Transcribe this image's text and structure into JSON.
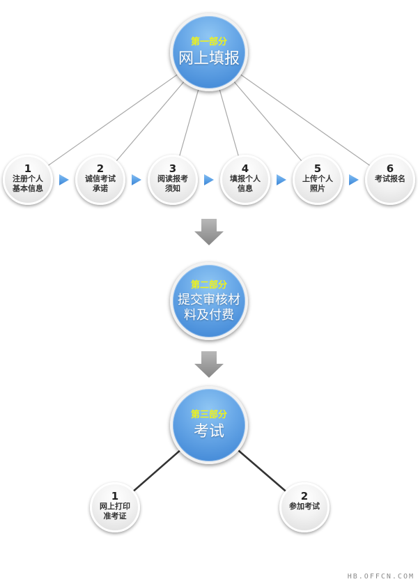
{
  "diagram": {
    "part1": {
      "tag": "第一部分",
      "title": [
        "网上填报"
      ],
      "steps": [
        {
          "number": "1",
          "lines": [
            "注册个人",
            "基本信息"
          ]
        },
        {
          "number": "2",
          "lines": [
            "诚信考试",
            "承诺"
          ]
        },
        {
          "number": "3",
          "lines": [
            "阅读报考",
            "须知"
          ]
        },
        {
          "number": "4",
          "lines": [
            "填报个人",
            "信息"
          ]
        },
        {
          "number": "5",
          "lines": [
            "上传个人",
            "照片"
          ]
        },
        {
          "number": "6",
          "lines": [
            "考试报名"
          ]
        }
      ]
    },
    "part2": {
      "tag": "第二部分",
      "title": [
        "提交审核材",
        "料及付费"
      ]
    },
    "part3": {
      "tag": "第三部分",
      "title": [
        "考试"
      ],
      "steps": [
        {
          "number": "1",
          "lines": [
            "网上打印",
            "准考证"
          ]
        },
        {
          "number": "2",
          "lines": [
            "参加考试"
          ]
        }
      ]
    }
  },
  "watermark": "HB.OFFCN.COM",
  "icons": {
    "step_arrow": "triangle-right-icon",
    "part_arrow": "arrow-down-icon"
  },
  "colors": {
    "part_circle_top": "#8fc6f3",
    "part_circle": "#4a8fda",
    "part_tag_text": "#eef21c",
    "step_arrow": "#5aa0e6",
    "down_arrow": "#858585",
    "connector_part1": "#a8a8a8",
    "connector_part3": "#333333"
  }
}
